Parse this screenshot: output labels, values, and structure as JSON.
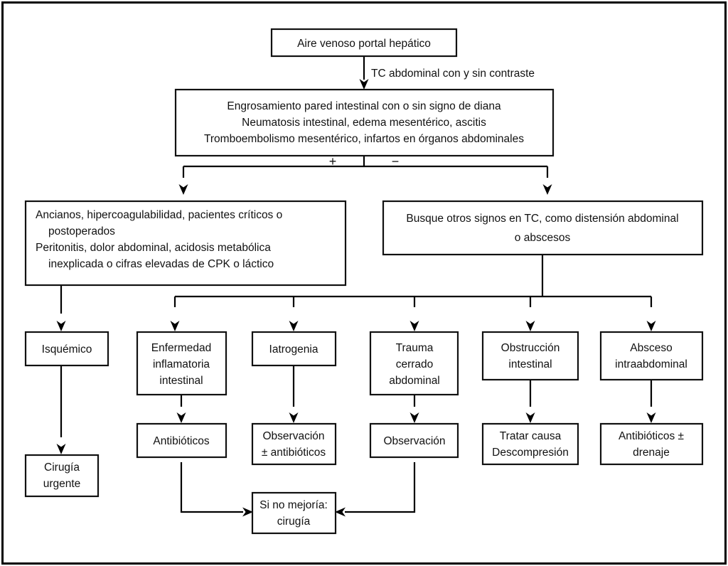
{
  "diagram": {
    "title_text": "",
    "language": "es",
    "stroke_color": "#111111",
    "background_color": "#ffffff"
  },
  "nodes": {
    "root": {
      "lines": [
        "Aire venoso portal hepático"
      ]
    },
    "findings": {
      "lines": [
        "Engrosamiento pared intestinal con o sin signo de diana",
        "Neumatosis intestinal, edema mesentérico, ascitis",
        "Tromboembolismo mesentérico, infartos en órganos abdominales"
      ]
    },
    "positive_branch": {
      "lines": [
        "Ancianos, hipercoagulabilidad, pacientes críticos o",
        "postoperados",
        "Peritonitis, dolor abdominal, acidosis metabólica",
        "inexplicada o cifras elevadas de CPK o láctico"
      ]
    },
    "negative_branch": {
      "lines": [
        "Busque otros signos en TC, como distensión abdominal",
        "o abscesos"
      ]
    },
    "ischemic": {
      "lines": [
        "Isquémico"
      ]
    },
    "ibd": {
      "lines": [
        "Enfermedad",
        "inflamatoria",
        "intestinal"
      ]
    },
    "iatrogenic": {
      "lines": [
        "Iatrogenia"
      ]
    },
    "blunt_trauma": {
      "lines": [
        "Trauma",
        "cerrado",
        "abdominal"
      ]
    },
    "bowel_obstruction": {
      "lines": [
        "Obstrucción",
        "intestinal"
      ]
    },
    "abscess": {
      "lines": [
        "Absceso",
        "intraabdominal"
      ]
    },
    "urgent_surgery": {
      "lines": [
        "Cirugía",
        "urgente"
      ]
    },
    "antibiotics": {
      "lines": [
        "Antibióticos"
      ]
    },
    "observation_abx": {
      "lines": [
        "Observación",
        "± antibióticos"
      ]
    },
    "observation": {
      "lines": [
        "Observación"
      ]
    },
    "treat_cause": {
      "lines": [
        "Tratar causa",
        "Descompresión"
      ]
    },
    "antibiotics_drainage": {
      "lines": [
        "Antibióticos ±",
        "drenaje"
      ]
    },
    "no_improvement": {
      "lines": [
        "Si no mejoría:",
        "cirugía"
      ]
    }
  },
  "edge_labels": {
    "ct_scan": "TC abdominal con y sin contraste",
    "positive_sign": "+",
    "negative_sign": "−"
  }
}
